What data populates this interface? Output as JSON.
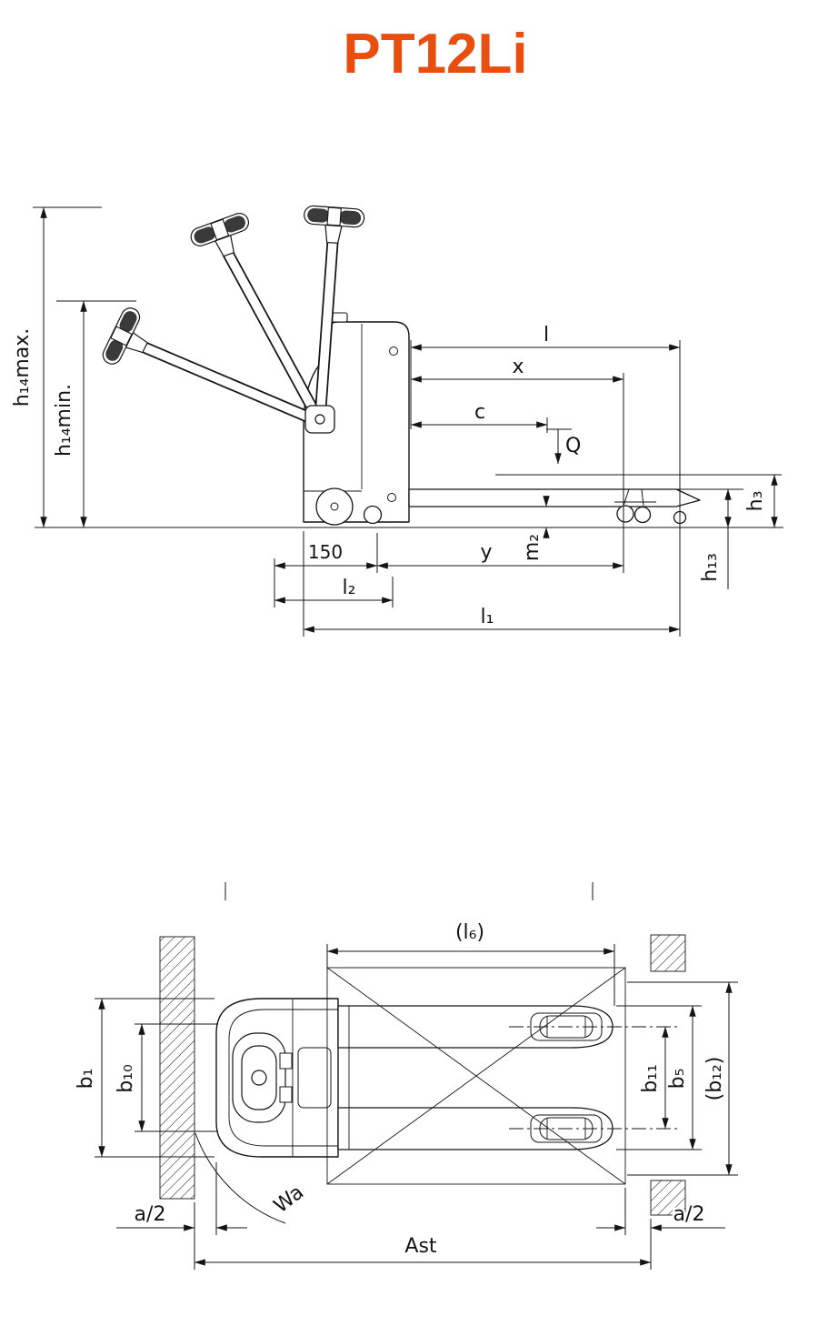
{
  "title": "PT12Li",
  "colors": {
    "accent": "#e84e0e",
    "line": "#141414"
  },
  "side_view": {
    "labels": {
      "h14max": "h₁₄max.",
      "h14min": "h₁₄min.",
      "l": "l",
      "x": "x",
      "c": "c",
      "q": "Q",
      "h3": "h₃",
      "dim150": "150",
      "y": "y",
      "m2": "m₂",
      "h13": "h₁₃",
      "l2": "l₂",
      "l1": "l₁"
    }
  },
  "top_view": {
    "labels": {
      "l6": "(l₆)",
      "b1": "b₁",
      "b10": "b₁₀",
      "b11": "b₁₁",
      "b5": "b₅",
      "b12": "(b₁₂)",
      "a2_left": "a/2",
      "a2_right": "a/2",
      "wa": "Wa",
      "ast": "Ast"
    }
  }
}
